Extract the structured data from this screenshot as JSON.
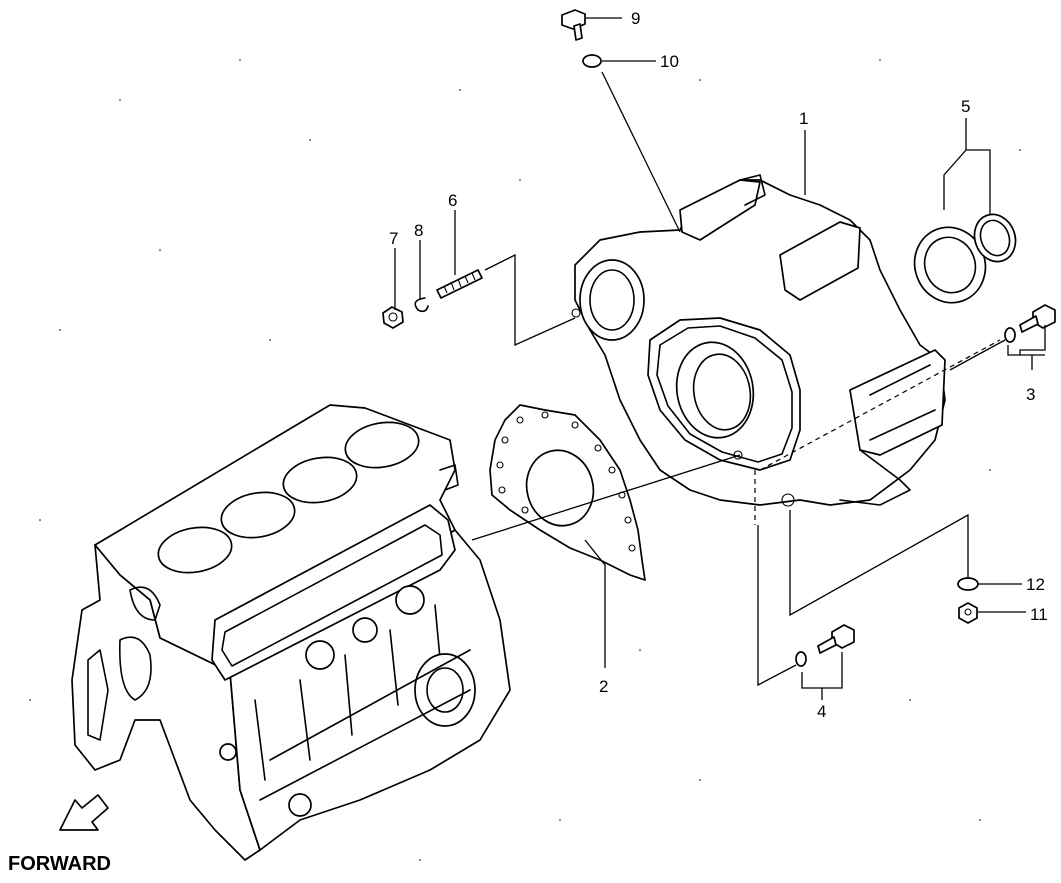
{
  "diagram": {
    "forward_label": "FORWARD",
    "callouts": [
      {
        "id": "1",
        "label": "1"
      },
      {
        "id": "2",
        "label": "2"
      },
      {
        "id": "3",
        "label": "3"
      },
      {
        "id": "4",
        "label": "4"
      },
      {
        "id": "5",
        "label": "5"
      },
      {
        "id": "6",
        "label": "6"
      },
      {
        "id": "7",
        "label": "7"
      },
      {
        "id": "8",
        "label": "8"
      },
      {
        "id": "9",
        "label": "9"
      },
      {
        "id": "10",
        "label": "10"
      },
      {
        "id": "11",
        "label": "11"
      },
      {
        "id": "12",
        "label": "12"
      }
    ],
    "icons": [
      "forward-arrow-icon"
    ]
  }
}
